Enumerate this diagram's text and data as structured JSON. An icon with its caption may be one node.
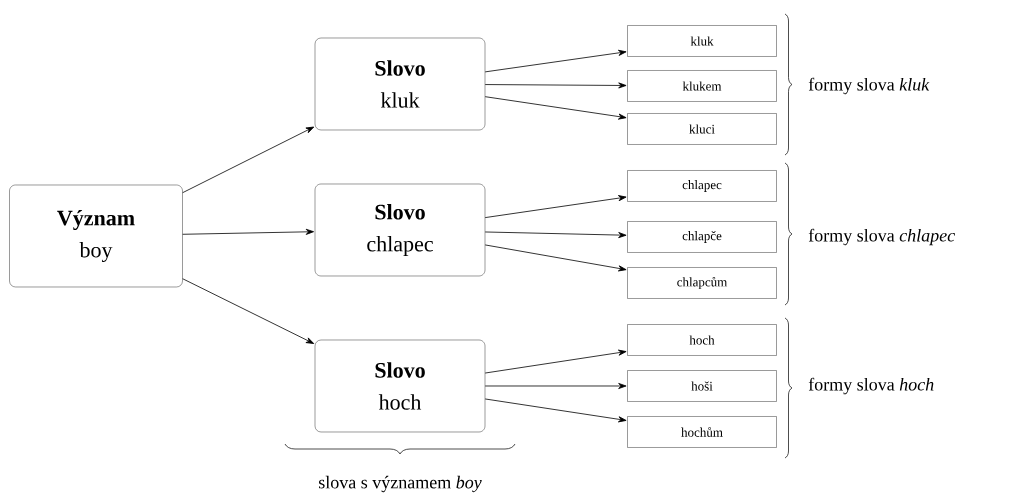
{
  "diagram": {
    "nodes": [
      {
        "text": [
          "Význam",
          "boy"
        ]
      },
      {
        "text": [
          "Slovo",
          "kluk"
        ]
      },
      {
        "text": [
          "Slovo",
          "chlapec"
        ]
      },
      {
        "text": [
          "Slovo",
          "hoch"
        ]
      },
      {
        "text": [
          "kluk"
        ]
      },
      {
        "text": [
          "klukem"
        ]
      },
      {
        "text": [
          "kluci"
        ]
      },
      {
        "text": [
          "chlapec"
        ]
      },
      {
        "text": [
          "chlapče"
        ]
      },
      {
        "text": [
          "chlapcům"
        ]
      },
      {
        "text": [
          "hoch"
        ]
      },
      {
        "text": [
          "hoši"
        ]
      },
      {
        "text": [
          "hochům"
        ]
      }
    ],
    "edges": [
      {
        "from": 0,
        "to": 1,
        "arrow": "to"
      },
      {
        "from": 0,
        "to": 2,
        "arrow": "to"
      },
      {
        "from": 0,
        "to": 3,
        "arrow": "to"
      },
      {
        "from": 1,
        "to": 4,
        "arrow": "to"
      },
      {
        "from": 1,
        "to": 5,
        "arrow": "to"
      },
      {
        "from": 1,
        "to": 6,
        "arrow": "to"
      },
      {
        "from": 2,
        "to": 7,
        "arrow": "to"
      },
      {
        "from": 2,
        "to": 8,
        "arrow": "to"
      },
      {
        "from": 2,
        "to": 9,
        "arrow": "to"
      },
      {
        "from": 3,
        "to": 10,
        "arrow": "to"
      },
      {
        "from": 3,
        "to": 11,
        "arrow": "to"
      },
      {
        "from": 3,
        "to": 12,
        "arrow": "to"
      }
    ],
    "labels": [
      "formy slova *kluk*",
      "formy slova *chlapec*",
      "formy slova *hoch*",
      "slova s významem *boy*"
    ]
  }
}
